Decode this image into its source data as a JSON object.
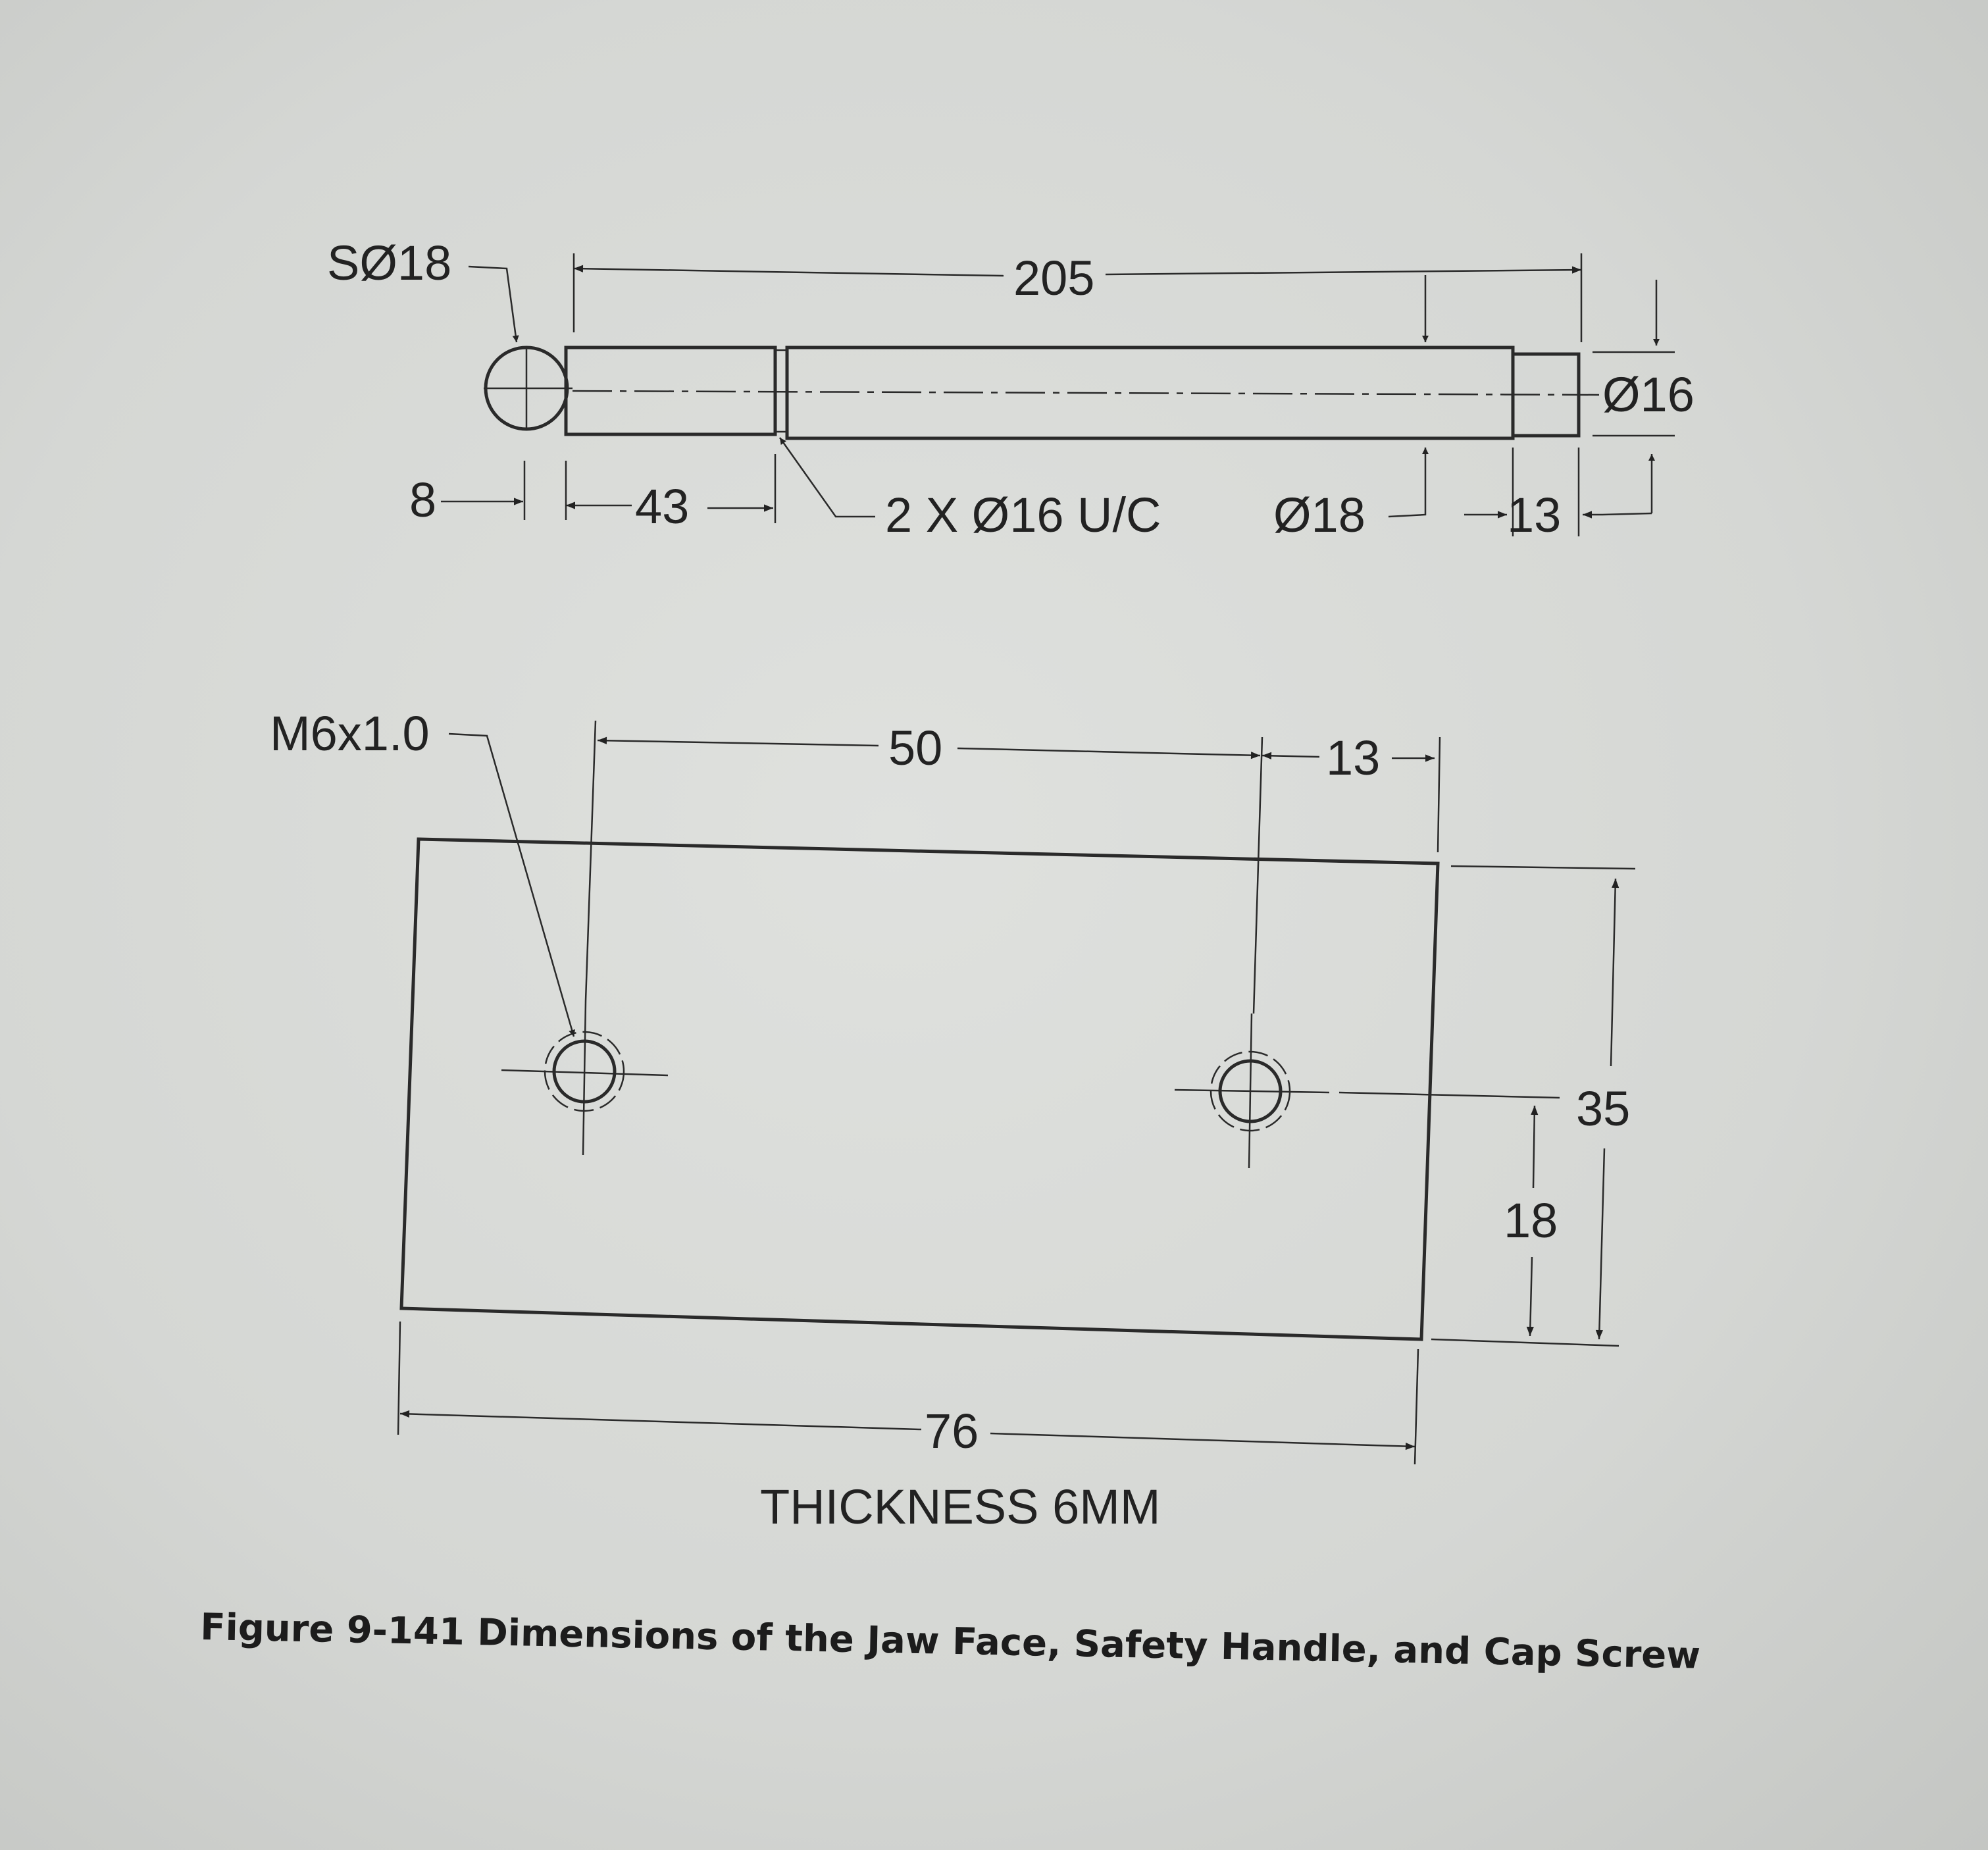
{
  "handle": {
    "sphere_diameter": "SØ18",
    "overall_length": "205",
    "head_offset": "8",
    "grip_length": "43",
    "undercut_note": "2 X Ø16 U/C",
    "shaft_diameter": "Ø18",
    "end_length": "13",
    "end_diameter": "Ø16"
  },
  "jaw_face": {
    "thread_callout": "M6x1.0",
    "hole_spacing": "50",
    "hole_to_edge": "13",
    "height": "35",
    "hole_height": "18",
    "width": "76",
    "thickness_note": "THICKNESS 6MM"
  },
  "caption": "Figure 9-141 Dimensions of the Jaw Face, Safety Handle, and Cap Screw"
}
